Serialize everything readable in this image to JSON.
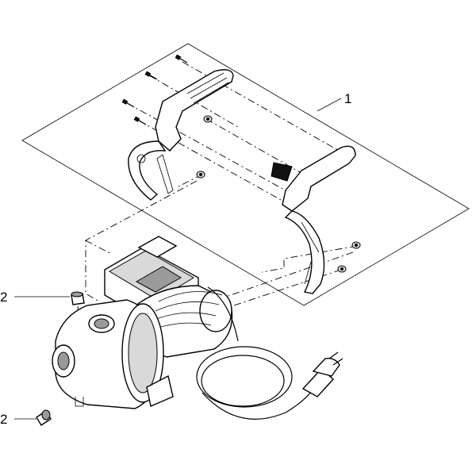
{
  "callouts": [
    {
      "id": "handle-assembly",
      "number": "1"
    },
    {
      "id": "drain-plug-upper",
      "number": "2"
    },
    {
      "id": "drain-plug-lower",
      "number": "2"
    }
  ]
}
